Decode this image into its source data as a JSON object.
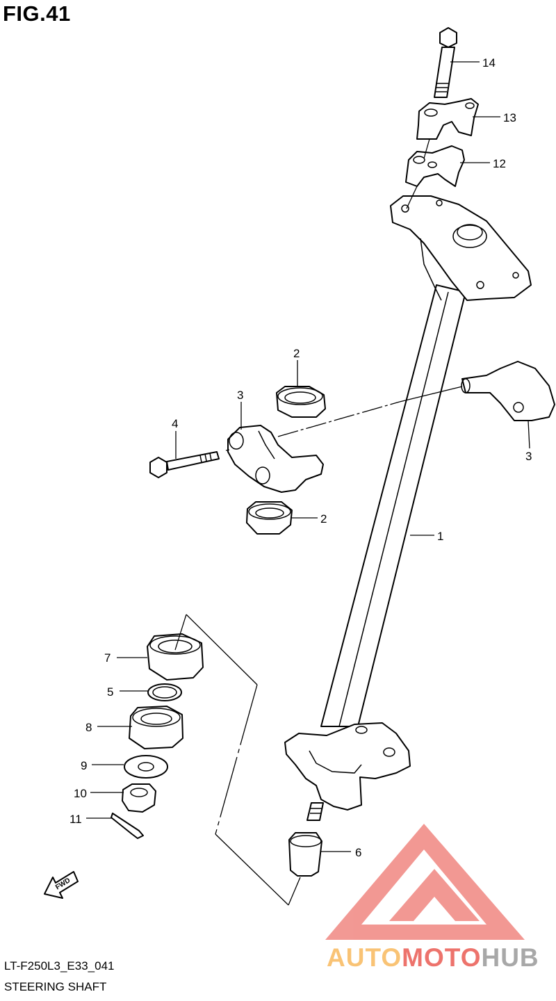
{
  "figure": {
    "title": "FIG.41",
    "code": "LT-F250L3_E33_041",
    "caption": "STEERING SHAFT",
    "fwd_label": "FWD"
  },
  "watermark": {
    "text_part1": "AUTO",
    "text_part2": "MOTO",
    "text_part3": "HUB",
    "color_red": "#e8453c",
    "color_orange": "#f7b048",
    "color_gray": "#8c8c8c"
  },
  "callouts": {
    "c14": "14",
    "c13": "13",
    "c12": "12",
    "c2_upper": "2",
    "c3_left": "3",
    "c4": "4",
    "c3_right": "3",
    "c2_lower": "2",
    "c1": "1",
    "c7": "7",
    "c5": "5",
    "c8": "8",
    "c9": "9",
    "c10": "10",
    "c11": "11",
    "c6": "6"
  }
}
